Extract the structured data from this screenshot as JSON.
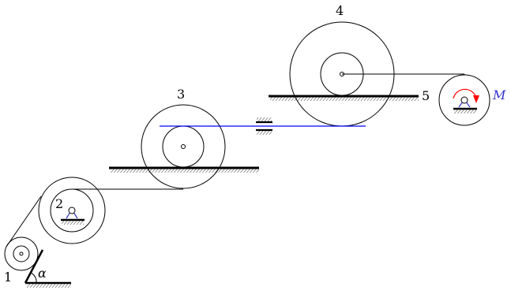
{
  "labels": {
    "body1": "1",
    "body2": "2",
    "body3": "3",
    "body4": "4",
    "body5": "5",
    "angle": "α",
    "moment": "M"
  },
  "colors": {
    "ink": "#000000",
    "moment": "#3333cc",
    "moment_arrow": "#ff0000",
    "support": "#3333cc",
    "shaft": "#0000ff"
  },
  "icons": {
    "hinge": "pin-support-icon",
    "moment_arrow": "curved-arrow-icon",
    "bearing": "slide-bearing-icon"
  }
}
